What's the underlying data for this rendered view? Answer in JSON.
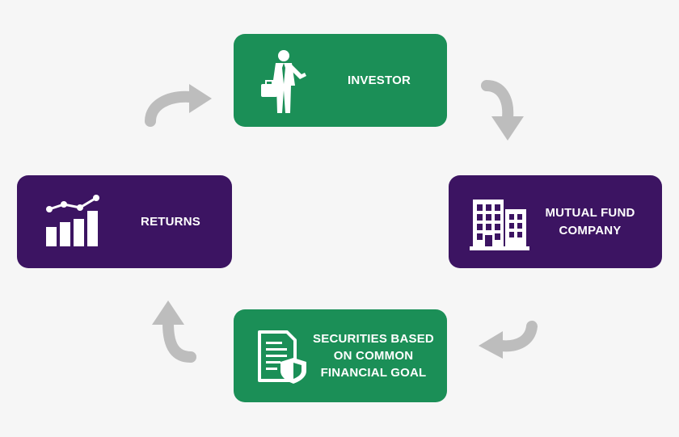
{
  "nodes": {
    "investor": {
      "label": "INVESTOR",
      "icon": "businessman-briefcase-icon",
      "color": "#1b8f57"
    },
    "mutual_fund": {
      "label": "MUTUAL FUND\nCOMPANY",
      "icon": "office-building-icon",
      "color": "#3c1462"
    },
    "securities": {
      "label": "SECURITIES BASED\nON COMMON\nFINANCIAL GOAL",
      "icon": "document-shield-icon",
      "color": "#1b8f57"
    },
    "returns": {
      "label": "RETURNS",
      "icon": "growth-bar-chart-icon",
      "color": "#3c1462"
    }
  },
  "flow": [
    "investor",
    "mutual_fund",
    "securities",
    "returns"
  ],
  "arrow_color": "#bdbdbd"
}
